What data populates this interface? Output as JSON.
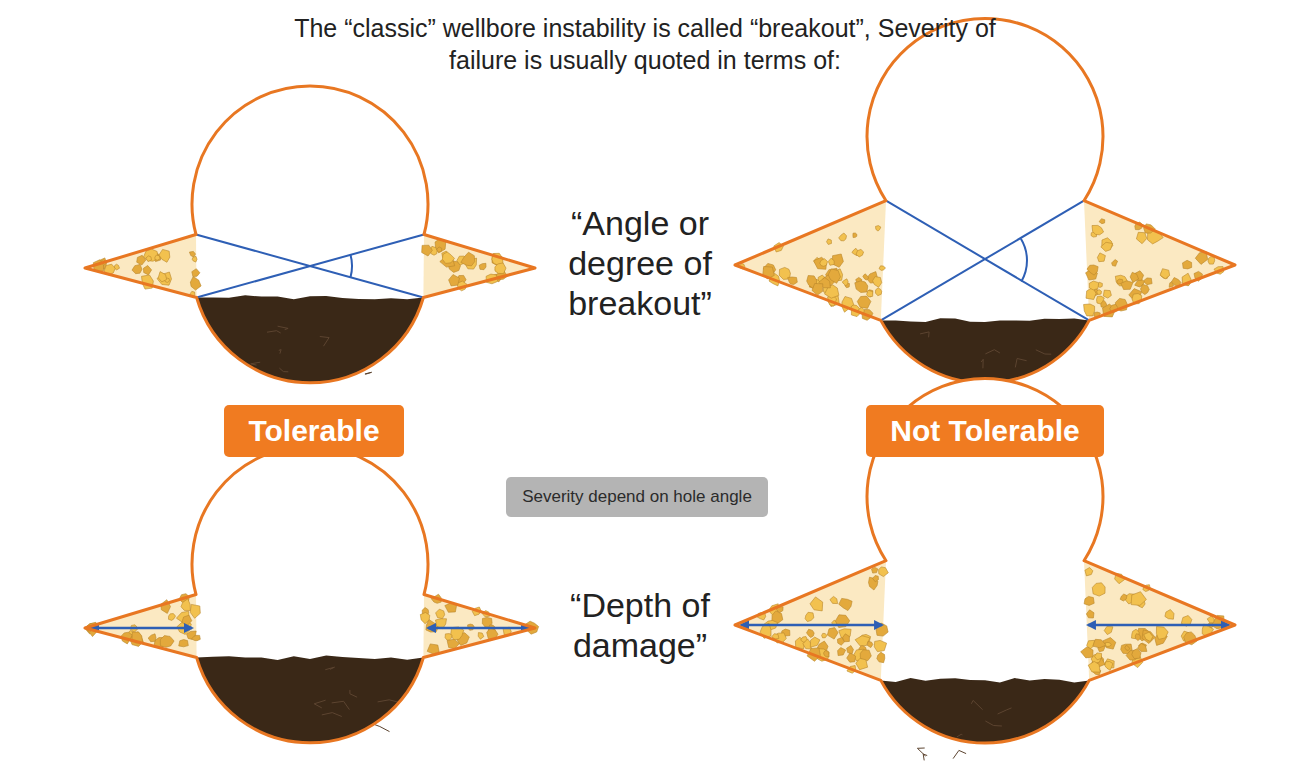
{
  "diagram": {
    "title": "The “classic” wellbore instability is called “breakout”, Severity of failure is usually quoted in terms of:",
    "nodes": [
      {
        "text": [
          "Tolerable"
        ]
      },
      {
        "text": [
          "Not Tolerable"
        ]
      },
      {
        "text": [
          "Severity depend on hole angle"
        ]
      }
    ],
    "labels": [
      "“Angle or degree of breakout”",
      "“Depth of damage”"
    ]
  }
}
